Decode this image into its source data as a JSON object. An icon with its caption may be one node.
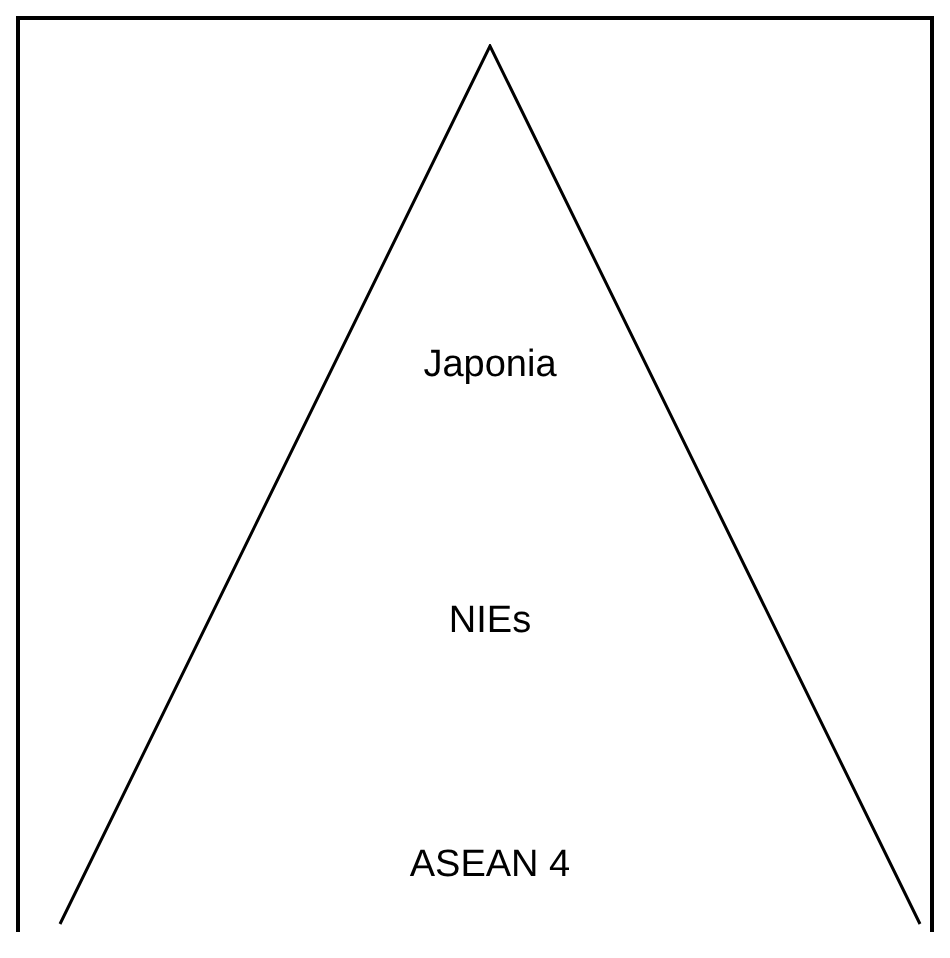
{
  "diagram": {
    "nodes": [
      {
        "text": [
          "Japonia",
          "NIEs",
          "ASEAN 4"
        ]
      }
    ]
  }
}
